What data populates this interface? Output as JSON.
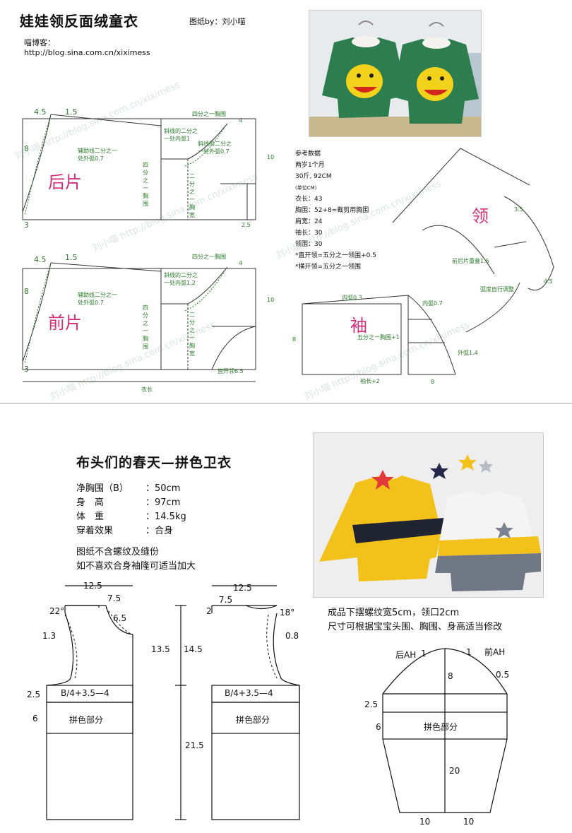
{
  "top": {
    "title": "娃娃领反面绒童衣",
    "author": "图纸by：刘小喵",
    "blog_label": "喵博客：",
    "blog_url": "http://blog.sina.com.cn/xiximess",
    "back_piece": "后片",
    "front_piece": "前片",
    "sleeve": "袖",
    "collar": "领",
    "params": {
      "head": "参考数据",
      "age": "两岁1个月",
      "height": "30斤, 92CM",
      "unit": "(单位CM)",
      "length": "衣长：43",
      "chest": "胸围：52+8=裁剪用胸围",
      "shoulder": "肩宽：24",
      "sleeve": "袖长：30",
      "neck": "领围：30",
      "formula1": "*直开领=五分之一领围+0.5",
      "formula2": "*横开领=五分之一领围"
    },
    "labels": {
      "d45a": "4.5",
      "d15a": "1.5",
      "d8a": "8",
      "d3a": "3",
      "quarter_chest_a": "四分之一胸围",
      "aux_a": "辅助线二分之一处外弧0.7",
      "curve_a": "斜线的二分之一处内弧1",
      "curve_b": "斜线的二分之一处外弧0.7",
      "quarter_vert_a": "四分之一胸围",
      "half_arm_a": "二分之一胸宽",
      "v4a": "4",
      "v10a": "10",
      "v25": "2.5",
      "d45b": "4.5",
      "d15b": "1.5",
      "d8b": "8",
      "d3b": "3",
      "quarter_chest_b": "四分之一胸围",
      "aux_b": "辅助线二分之一处外弧0.7",
      "curve_c": "斜线的二分之一处内弧1.2",
      "quarter_vert_b": "四分之一胸围",
      "half_arm_b": "二分之一胸宽",
      "v4b": "4",
      "v10b": "10",
      "open_neck": "直开领6.5",
      "body_len": "衣长",
      "sl_in": "内弧0.3",
      "sl_in2": "内弧0.7",
      "sl_fifth": "五分之一胸围+1",
      "sl_out": "外弧1.4",
      "sl_width": "袖长+2",
      "sl8": "8",
      "sl8b": "8",
      "c_front_overlap": "前后片重叠1.5",
      "c_arc": "弧度自行调整",
      "c35": "3.5",
      "c45": "4.5"
    }
  },
  "bottom": {
    "title": "布头们的春天—拼色卫衣",
    "specs": [
      {
        "k": "净胸围（B）",
        "v": "：50cm"
      },
      {
        "k": "身　高",
        "v": "：97cm"
      },
      {
        "k": "体　重",
        "v": "：14.5kg"
      },
      {
        "k": "穿着效果",
        "v": "：合身"
      }
    ],
    "note1": "图纸不含螺纹及缝份",
    "note2": "如不喜欢合身袖隆可适当加大",
    "note3": "成品下摆螺纹宽5cm，领口2cm",
    "note4": "尺寸可根据宝宝头围、胸围、身高适当修改",
    "labels": {
      "w125a": "12.5",
      "w75a": "7.5",
      "d22": "22°",
      "d65": "6.5",
      "d13": "1.3",
      "d25": "2.5",
      "d6": "6",
      "formula_a": "B/4+3.5—4",
      "color_a": "拼色部分",
      "w125b": "12.5",
      "w75b": "7.5",
      "w2": "2",
      "d18": "18°",
      "d08": "0.8",
      "formula_b": "B/4+3.5—4",
      "color_b": "拼色部分",
      "h135": "13.5",
      "h145": "14.5",
      "h215": "21.5",
      "s_back": "后AH",
      "s_front": "前AH",
      "s1a": "1",
      "s1b": "1",
      "s05": "0.5",
      "s8": "8",
      "s25": "2.5",
      "s6": "6",
      "s_color": "拼色部分",
      "s20": "20",
      "s10a": "10",
      "s10b": "10"
    }
  },
  "colors": {
    "pattern_green": "#1c7a22",
    "accent_pink": "#d0307a",
    "sweater_green": "#2e7d4f",
    "sweater_yellow": "#f2c21b"
  }
}
